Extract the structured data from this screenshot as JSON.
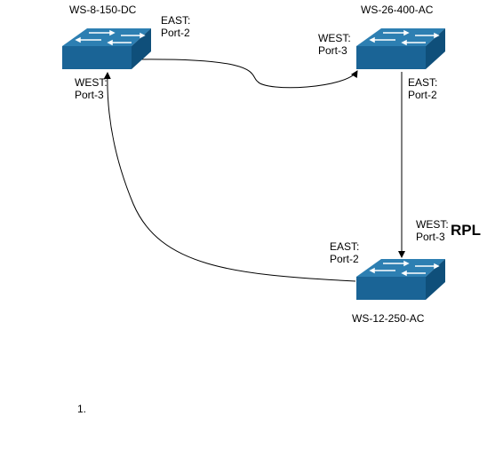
{
  "switches": [
    {
      "id": "sw1",
      "name": "WS-8-150-DC"
    },
    {
      "id": "sw2",
      "name": "WS-26-400-AC"
    },
    {
      "id": "sw3",
      "name": "WS-12-250-AC"
    }
  ],
  "ports": {
    "sw1_east": {
      "dir": "EAST:",
      "port": "Port-2"
    },
    "sw1_west": {
      "dir": "WEST:",
      "port": "Port-3"
    },
    "sw2_west": {
      "dir": "WEST:",
      "port": "Port-3"
    },
    "sw2_east": {
      "dir": "EAST:",
      "port": "Port-2"
    },
    "sw3_west": {
      "dir": "WEST:",
      "port": "Port-3"
    },
    "sw3_east": {
      "dir": "EAST:",
      "port": "Port-2"
    }
  },
  "rpl_label": "RPL",
  "footnote": "1.",
  "colors": {
    "switch_top": "#2d7fb2",
    "switch_front": "#1a6496",
    "switch_side": "#0f4f7a",
    "arrow": "#ffffff"
  },
  "icons": [
    "network-switch-icon"
  ]
}
